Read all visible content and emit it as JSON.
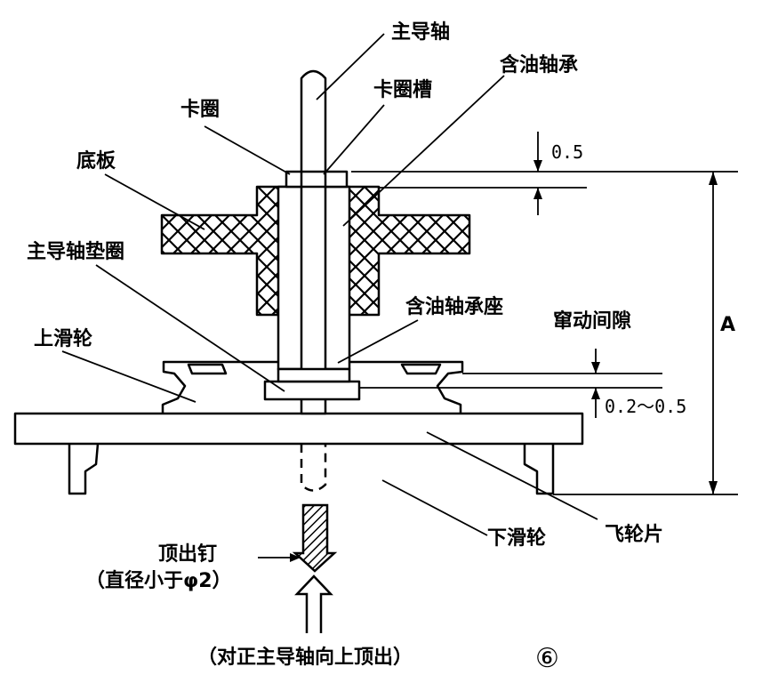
{
  "labels": {
    "main_shaft": "主导轴",
    "oil_bearing": "含油轴承",
    "clip_ring": "卡圈",
    "clip_groove": "卡圈槽",
    "base_plate": "底板",
    "shaft_washer": "主导轴垫圈",
    "bearing_seat": "含油轴承座",
    "play_gap": "窜动间隙",
    "upper_pulley": "上滑轮",
    "lower_pulley": "下滑轮",
    "flywheel": "飞轮片",
    "pin": "顶出钉",
    "pin_note": "（直径小于φ2）",
    "push_note": "（对正主导轴向上顶出）",
    "figure_no": "⑥"
  },
  "dimensions": {
    "top_gap": "0.5",
    "play_range": "0.2～0.5",
    "total": "A"
  }
}
